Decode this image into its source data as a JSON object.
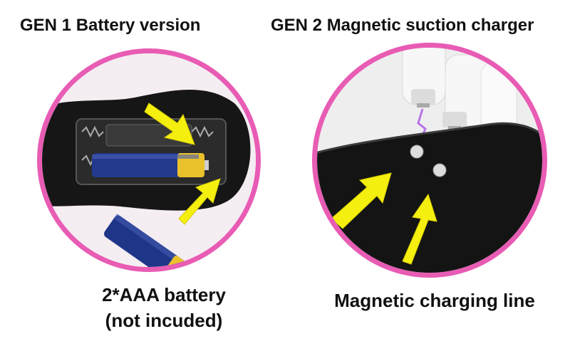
{
  "left": {
    "title": "GEN 1 Battery version",
    "caption_line1": "2*AAA battery",
    "caption_line2": "(not incuded)"
  },
  "right": {
    "title": "GEN 2 Magnetic suction charger",
    "caption": "Magnetic charging line"
  },
  "colors": {
    "ring": "#e85cb4",
    "arrow": "#f5ef10",
    "device": "#1a1a1a",
    "battery_blue": "#233a8f",
    "battery_gold": "#e9c12a",
    "spark": "#b874e8"
  }
}
